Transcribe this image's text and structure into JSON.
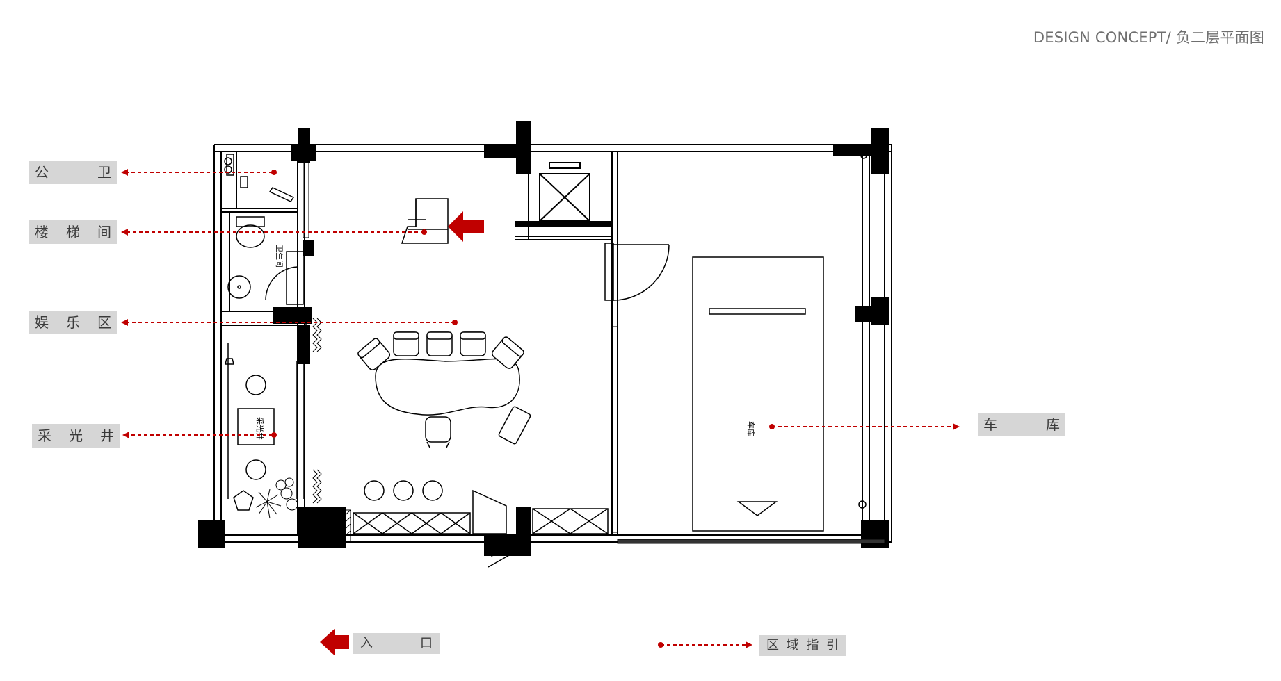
{
  "header": {
    "title": "DESIGN CONCEPT/ 负二层平面图"
  },
  "labels": {
    "public_bathroom": [
      "公",
      "卫"
    ],
    "stairwell": [
      "楼",
      "梯",
      "间"
    ],
    "entertainment": [
      "娱",
      "乐",
      "区"
    ],
    "lightwell": [
      "采",
      "光",
      "井"
    ],
    "garage": [
      "车",
      "库"
    ]
  },
  "plan_text": {
    "bathroom": "卫生间",
    "lightwell": "采光井",
    "garage": "车库"
  },
  "legend": {
    "entrance": [
      "入",
      "口"
    ],
    "zone_guide": [
      "区",
      "域",
      "指",
      "引"
    ]
  },
  "colors": {
    "accent_red": "#c00000",
    "tag_gray": "#d6d6d6",
    "wall": "#000000"
  }
}
